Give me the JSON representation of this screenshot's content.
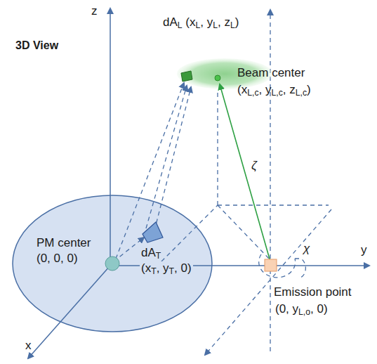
{
  "diagram": {
    "labels": [
      "3D View",
      "z",
      "y",
      "x",
      "dAL (xL, yL, zL)",
      "Beam center",
      "(xL,c, yL,c, zL,c)",
      "ζ",
      "χ",
      "PM center",
      "(0, 0, 0)",
      "dAT",
      "(xT, yT, 0)",
      "Emission point",
      "(0, yL,o, 0)"
    ]
  }
}
